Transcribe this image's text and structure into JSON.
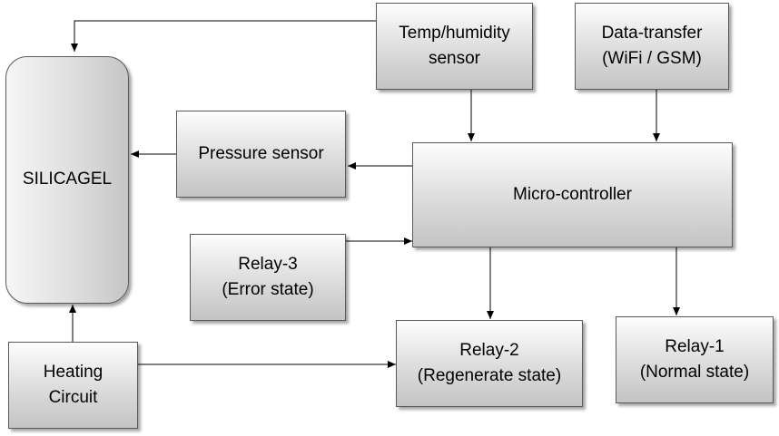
{
  "diagram": {
    "silicagel": "SILICAGEL",
    "temp_sensor": [
      "Temp/humidity",
      "sensor"
    ],
    "data_transfer": [
      "Data-transfer",
      "(WiFi / GSM)"
    ],
    "pressure_sensor": "Pressure sensor",
    "microcontroller": "Micro-controller",
    "relay3": [
      "Relay-3",
      "(Error state)"
    ],
    "heating": [
      "Heating",
      "Circuit"
    ],
    "relay2": [
      "Relay-2",
      "(Regenerate state)"
    ],
    "relay1": [
      "Relay-1",
      "(Normal state)"
    ]
  }
}
